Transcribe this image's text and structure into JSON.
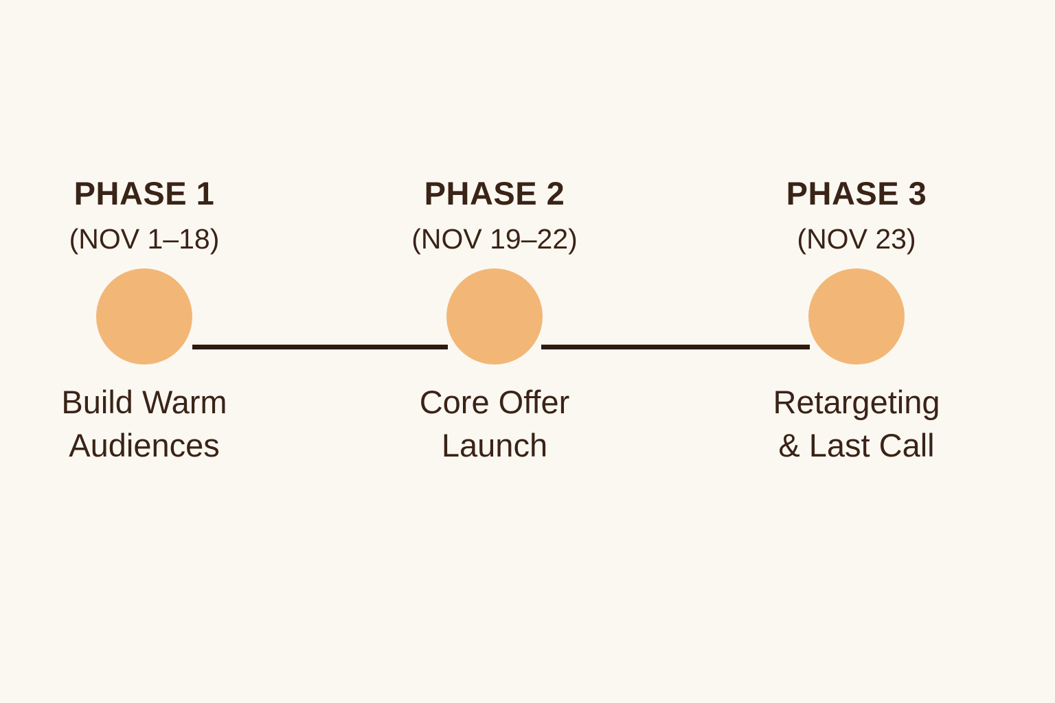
{
  "diagram": {
    "type": "timeline",
    "background_color": "#FBF8F2",
    "text_color": "#3A2317",
    "node_color": "#F2B777",
    "connector_color": "#2E1A10",
    "phases": [
      {
        "title": "PHASE 1",
        "dates": "(NOV 1–18)",
        "description": "Build Warm\nAudiences",
        "node_icon": "timeline-node-circle"
      },
      {
        "title": "PHASE 2",
        "dates": "(NOV 19–22)",
        "description": "Core Offer\nLaunch",
        "node_icon": "timeline-node-circle"
      },
      {
        "title": "PHASE 3",
        "dates": "(NOV 23)",
        "description": "Retargeting\n& Last Call",
        "node_icon": "timeline-node-circle"
      }
    ]
  }
}
